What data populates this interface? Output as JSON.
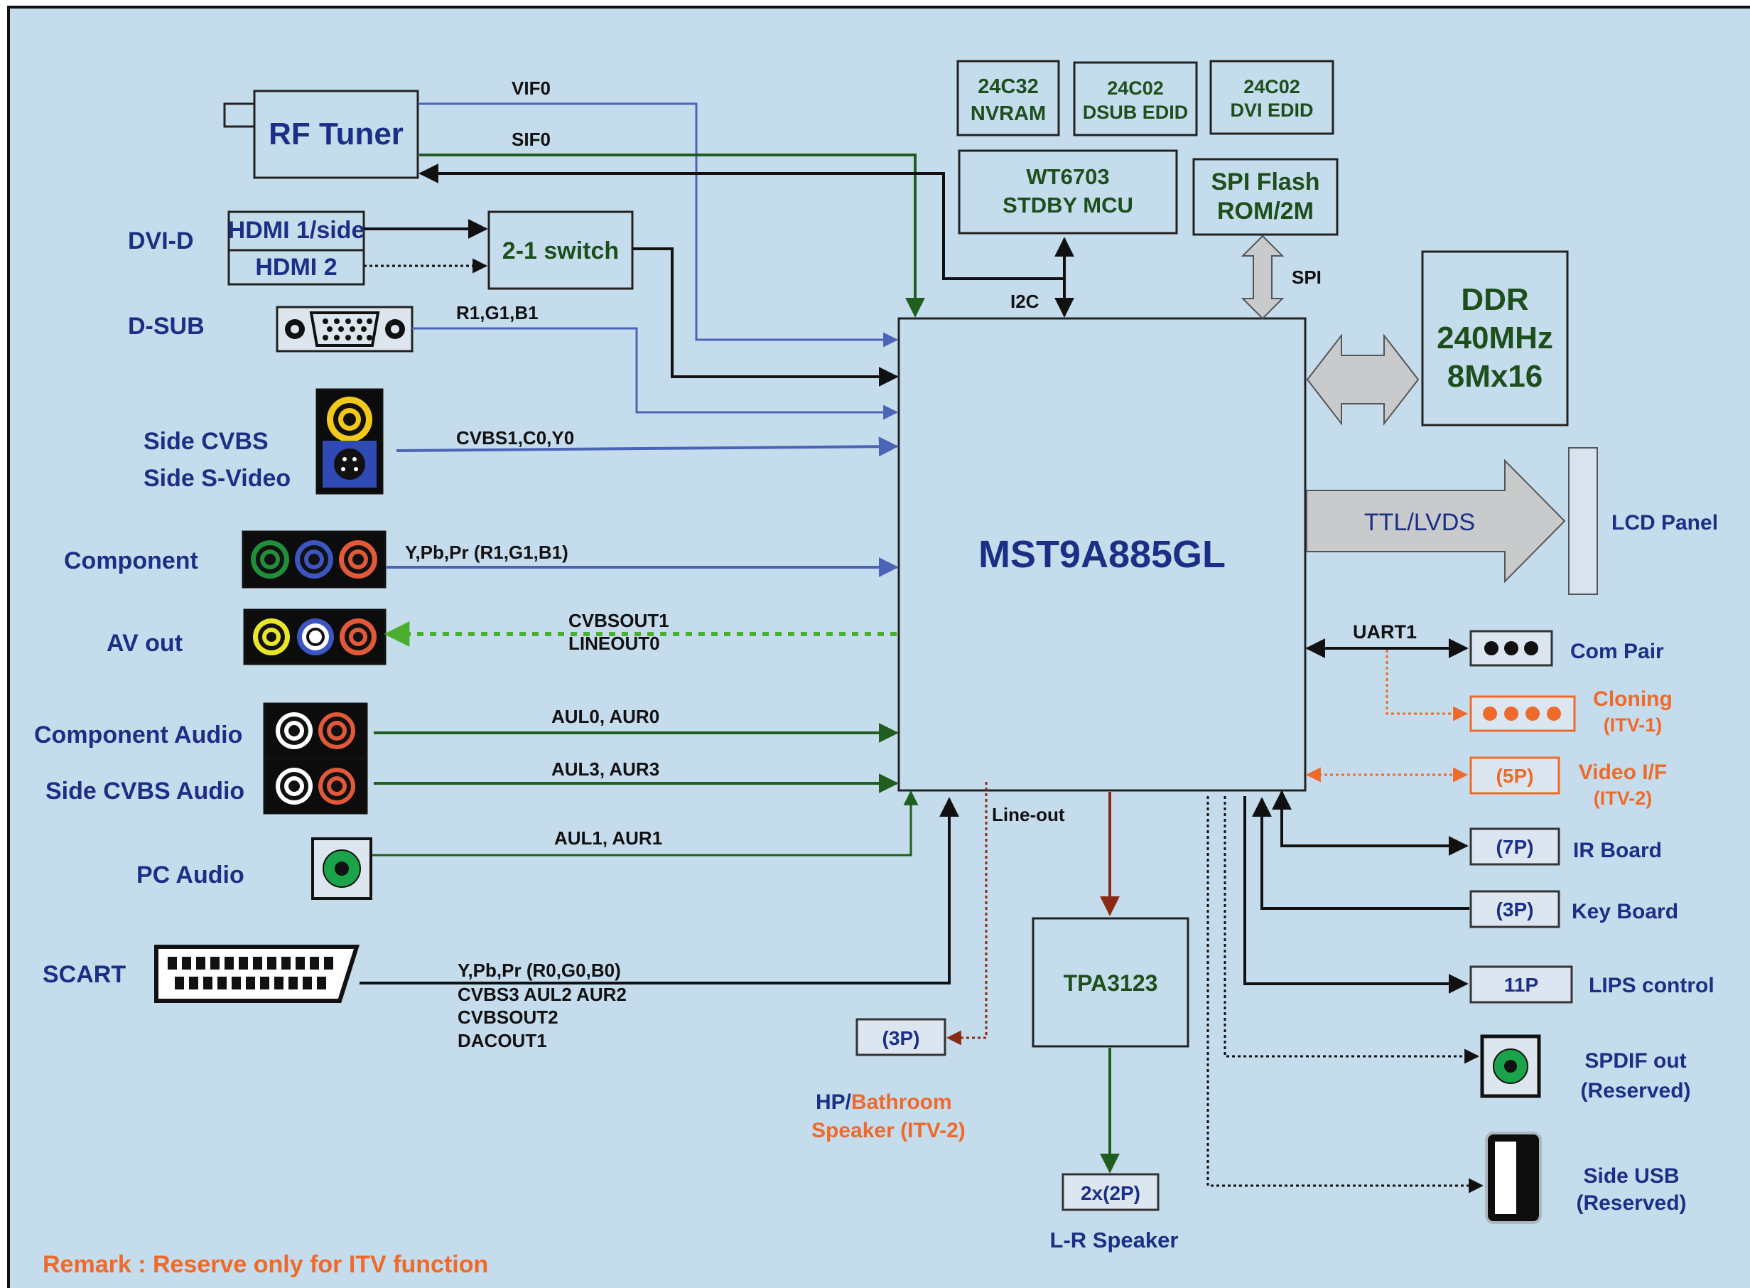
{
  "colors": {
    "background": "#c5dcec",
    "navy_text": "#1b2f86",
    "green_text": "#1d4f1d",
    "orange": "#ef6a2a",
    "blue_line": "#4a64b8",
    "green_line": "#1f5e1f",
    "bright_green_dotted": "#49b02e",
    "dark_red": "#8a2a14",
    "gray_arrow": "#c8cacc"
  },
  "chips": {
    "main_soc": "MST9A885GL",
    "nvram": [
      "24C32",
      "NVRAM"
    ],
    "dsub_edid": [
      "24C02",
      "DSUB EDID"
    ],
    "dvi_edid": [
      "24C02",
      "DVI EDID"
    ],
    "stdby_mcu": [
      "WT6703",
      "STDBY MCU"
    ],
    "spi_flash": [
      "SPI Flash",
      "ROM/2M"
    ],
    "ddr": [
      "DDR",
      "240MHz",
      "8Mx16"
    ],
    "switch": "2-1 switch",
    "amp": "TPA3123"
  },
  "inputs": {
    "rf_tuner": "RF Tuner",
    "dvi_d": "DVI-D",
    "hdmi1": "HDMI 1/side",
    "hdmi2": "HDMI 2",
    "dsub": "D-SUB",
    "side_cvbs": "Side CVBS",
    "side_svideo": "Side S-Video",
    "component": "Component",
    "av_out": "AV out",
    "component_audio": "Component Audio",
    "side_cvbs_audio": "Side CVBS Audio",
    "pc_audio": "PC Audio",
    "scart": "SCART"
  },
  "signals": {
    "vif0": "VIF0",
    "sif0": "SIF0",
    "rgb1": "R1,G1,B1",
    "cvbs1": "CVBS1,C0,Y0",
    "ypbpr1": "Y,Pb,Pr (R1,G1,B1)",
    "cvbsout1": "CVBSOUT1",
    "lineout0": "LINEOUT0",
    "aul0": "AUL0, AUR0",
    "aul3": "AUL3, AUR3",
    "aul1": "AUL1, AUR1",
    "scart_lines": [
      "Y,Pb,Pr (R0,G0,B0)",
      "CVBS3 AUL2 AUR2",
      "CVBSOUT2",
      "DACOUT1"
    ],
    "i2c": "I2C",
    "spi": "SPI",
    "ttl_lvds": "TTL/LVDS",
    "uart1": "UART1",
    "line_out": "Line-out"
  },
  "outputs": {
    "lcd_panel": "LCD Panel",
    "com_pair": "Com Pair",
    "cloning": [
      "Cloning",
      "(ITV-1)"
    ],
    "video_if_conn": "(5P)",
    "video_if": [
      "Video I/F",
      "(ITV-2)"
    ],
    "ir_conn": "(7P)",
    "ir_board": "IR Board",
    "key_conn": "(3P)",
    "key_board": "Key Board",
    "lips_conn": "11P",
    "lips_control": "LIPS control",
    "spdif": [
      "SPDIF out",
      "(Reserved)"
    ],
    "side_usb": [
      "Side USB",
      "(Reserved)"
    ],
    "hp_conn": "(3P)",
    "hp_label": "HP/",
    "bathroom": "Bathroom",
    "speaker_itv2": "Speaker (ITV-2)",
    "speaker_conn": "2x(2P)",
    "lr_speaker": "L-R Speaker"
  },
  "remark": "Remark : Reserve only for ITV function"
}
